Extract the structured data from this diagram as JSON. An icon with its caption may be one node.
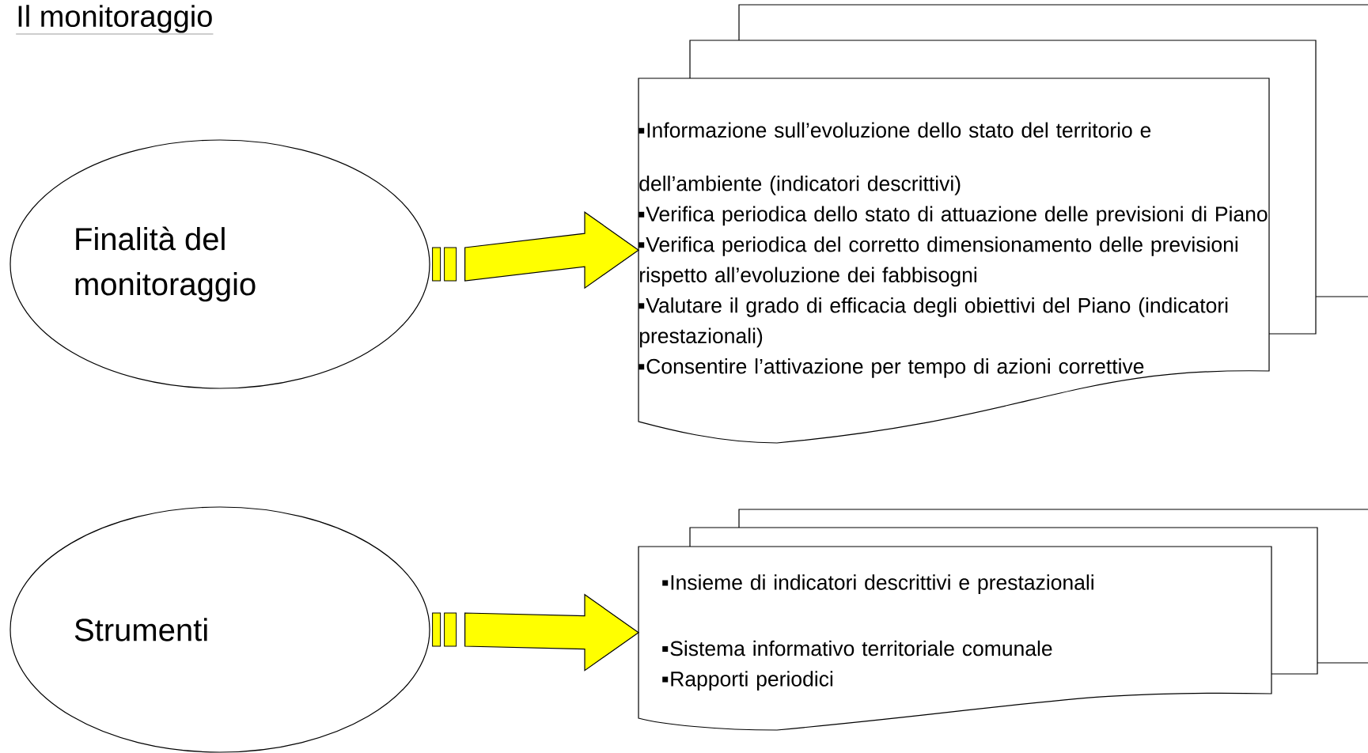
{
  "diagram": {
    "title": "Il monitoraggio",
    "nodes": [
      {
        "text": [
          "Finalità del monitoraggio"
        ]
      },
      {
        "text": [
          "Informazione sull’evoluzione dello stato del territorio e dell’ambiente (indicatori descrittivi)",
          "Verifica periodica dello stato di attuazione delle previsioni di Piano",
          "Verifica periodica del corretto dimensionamento delle previsioni rispetto all’evoluzione dei fabbisogni",
          "Valutare il grado di efficacia degli obiettivi del Piano (indicatori prestazionali)",
          "Consentire l’attivazione per tempo di azioni correttive"
        ]
      },
      {
        "text": [
          "Strumenti"
        ]
      },
      {
        "text": [
          "Insieme di indicatori descrittivi e prestazionali",
          "Sistema informativo territoriale comunale",
          "Rapporti periodici"
        ]
      }
    ],
    "edges": [
      {
        "from": 0,
        "to": 1,
        "arrow": "to"
      },
      {
        "from": 2,
        "to": 3,
        "arrow": "to"
      }
    ]
  }
}
